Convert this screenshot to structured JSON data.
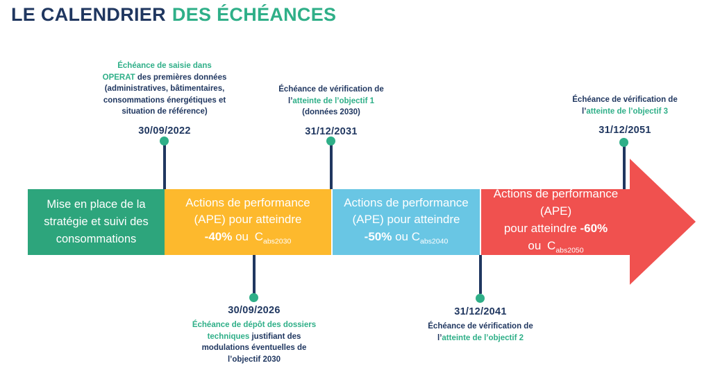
{
  "title": {
    "part1": "LE CALENDRIER",
    "part2": "DES ÉCHÉANCES"
  },
  "colors": {
    "navy": "#203760",
    "teal_accent": "#2FAF88",
    "segment_green": "#2DA57C",
    "segment_yellow": "#FDB92D",
    "segment_blue": "#69C6E4",
    "segment_red": "#F0514F"
  },
  "milestones": {
    "operat": {
      "line1": "Échéance de saisie dans",
      "line2_accent": "OPERAT",
      "line2_rest": " des premières données",
      "line3": "(administratives, bâtimentaires,",
      "line4": "consommations énergétiques et",
      "line5": "situation de référence)",
      "date": "30/09/2022"
    },
    "objectif1": {
      "line1": "Échéance de vérification de",
      "line2_prefix": "l’",
      "line2_accent": "atteinte de l’objectif 1",
      "line3": "(données 2030)",
      "date": "31/12/2031"
    },
    "objectif3": {
      "line1": "Échéance de vérification de",
      "line2_prefix": "l’",
      "line2_accent": "atteinte de l’objectif 3",
      "date": "31/12/2051"
    },
    "dossiers": {
      "date": "30/09/2026",
      "line1_accent": "Échéance de dépôt des dossiers",
      "line2_accent": "techniques",
      "line2_rest": " justifiant des",
      "line3": "modulations éventuelles de",
      "line4": "l’objectif 2030"
    },
    "objectif2": {
      "date": "31/12/2041",
      "line1": "Échéance de vérification de",
      "line2_prefix": "l’",
      "line2_accent": "atteinte de l’objectif 2"
    }
  },
  "segments": {
    "strategy": {
      "line1": "Mise en place de la",
      "line2": "stratégie et suivi des",
      "line3": "consommations"
    },
    "ape2030": {
      "line1": "Actions de performance",
      "line2": "(APE) pour atteindre",
      "target": "-40%",
      "ou": " ou ",
      "c": "C",
      "sub": "abs2030"
    },
    "ape2040": {
      "line1": "Actions de performance",
      "line2": "(APE) pour atteindre",
      "target": "-50%",
      "ou": " ou ",
      "c": "C",
      "sub": "abs2040"
    },
    "ape2050": {
      "line1": "Actions de performance (APE)",
      "line2_pre": "pour atteindre ",
      "target": "-60%",
      "line3_pre": "ou ",
      "c": "C",
      "sub": "abs2050"
    }
  }
}
